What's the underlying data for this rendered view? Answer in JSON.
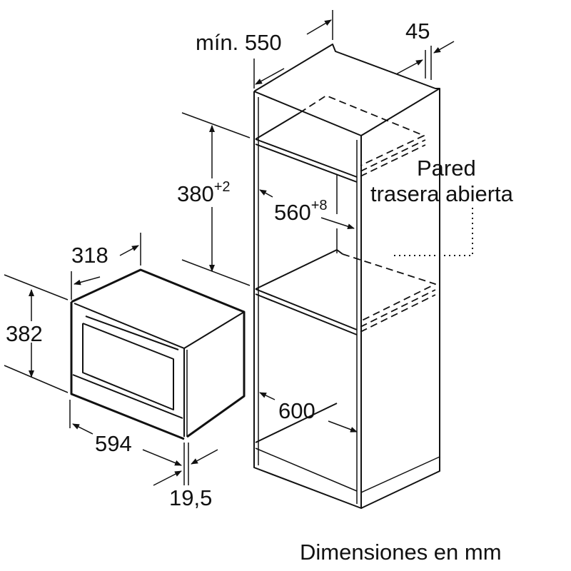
{
  "dimensions": {
    "cabinet_depth": "mín. 550",
    "back_gap": "45",
    "niche_height": "380",
    "niche_height_tol": "+2",
    "niche_width": "560",
    "niche_width_tol": "+8",
    "cabinet_width": "600",
    "appliance_depth": "318",
    "appliance_height": "382",
    "appliance_width": "594",
    "front_thickness": "19,5"
  },
  "notes": {
    "back_wall_line1": "Pared",
    "back_wall_line2": "trasera abierta"
  },
  "caption": "Dimensiones en mm"
}
